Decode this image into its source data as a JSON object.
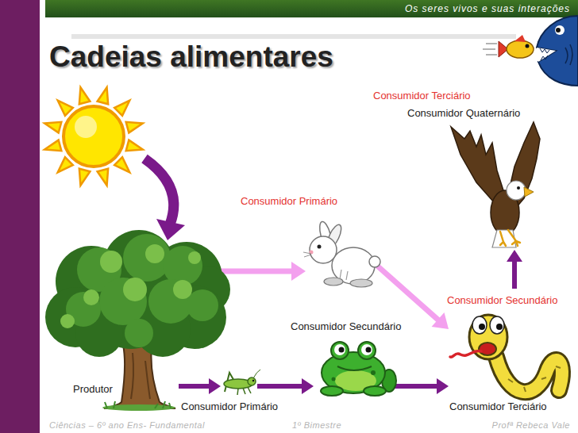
{
  "diagram": {
    "title": "Cadeias alimentares",
    "nodes": [
      {
        "text": [
          "Produtor"
        ]
      },
      {
        "text": [
          "Consumidor Primário"
        ]
      },
      {
        "text": [
          "Consumidor Primário"
        ]
      },
      {
        "text": [
          "Consumidor Secundário"
        ]
      },
      {
        "text": [
          "Consumidor Secundário",
          "Consumidor Terciário"
        ]
      },
      {
        "text": [
          "Consumidor Terciário",
          "Consumidor Quaternário"
        ]
      }
    ],
    "edges": [
      {
        "from": 0,
        "to": 1,
        "arrow": "to"
      },
      {
        "from": 0,
        "to": 2,
        "arrow": "to"
      },
      {
        "from": 1,
        "to": 4,
        "arrow": "to"
      },
      {
        "from": 2,
        "to": 3,
        "arrow": "to"
      },
      {
        "from": 3,
        "to": 4,
        "arrow": "to"
      },
      {
        "from": 4,
        "to": 5,
        "arrow": "to"
      }
    ],
    "labels": [
      "Os seres vivos e suas interações",
      "Ciências – 6º ano Ens- Fundamental",
      "1º Bimestre",
      "Profª Rebeca Vale"
    ]
  }
}
